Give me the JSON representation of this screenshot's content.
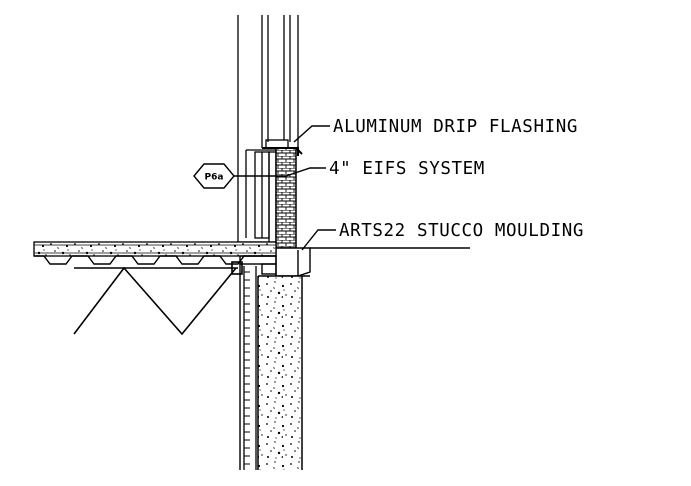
{
  "callouts": {
    "drip_flashing": "ALUMINUM DRIP FLASHING",
    "eifs": "4\" EIFS SYSTEM",
    "moulding": "ARTS22 STUCCO MOULDING"
  },
  "section_tag": "P6a",
  "colors": {
    "line": "#000000",
    "background": "#ffffff"
  }
}
